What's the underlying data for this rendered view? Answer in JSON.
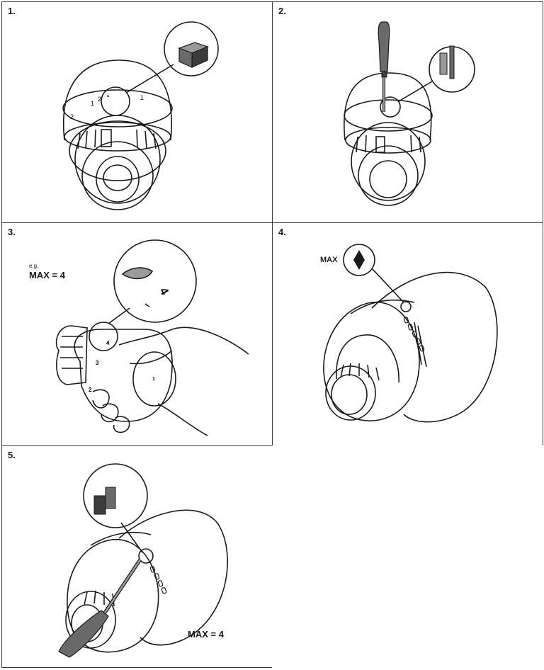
{
  "steps": [
    {
      "number": "1."
    },
    {
      "number": "2."
    },
    {
      "number": "3.",
      "example_prefix": "e.g.",
      "caption": "MAX = 4"
    },
    {
      "number": "4.",
      "label": "MAX",
      "symbol_icon": "diamond-icon"
    },
    {
      "number": "5.",
      "caption": "MAX = 4"
    }
  ],
  "dial_marks": {
    "panel1": [
      "1",
      "2",
      "•",
      "1",
      "2"
    ],
    "panel3": [
      "4",
      "3",
      "2",
      "1"
    ],
    "panel3_zoom": "4"
  },
  "colors": {
    "ink": "#1a1a1a",
    "tool_dark": "#3c3c3c",
    "tool_mid": "#6a6a6a",
    "tool_light": "#9a9a9a"
  }
}
